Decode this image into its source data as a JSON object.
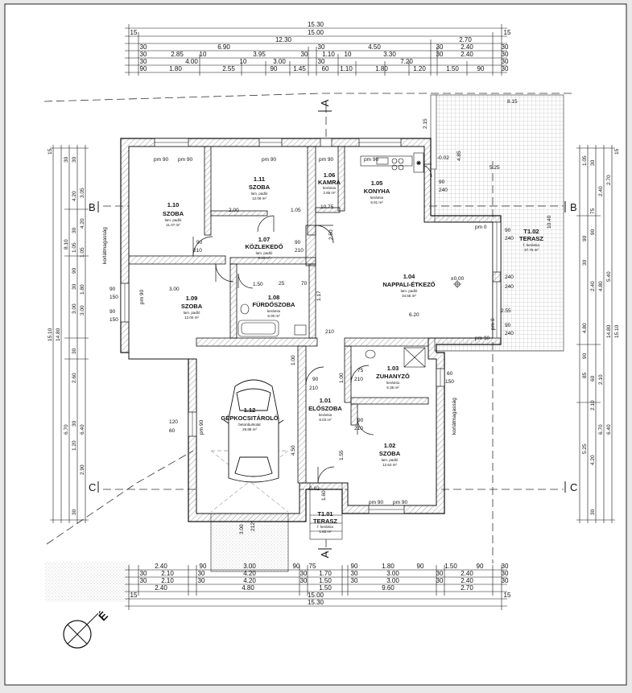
{
  "rooms": {
    "r110": {
      "num": "1.10",
      "name": "SZOBA",
      "mat": "lam. padló",
      "area": "11.07 m²"
    },
    "r111": {
      "num": "1.11",
      "name": "SZOBA",
      "mat": "lam. padló",
      "area": "12.06 m²"
    },
    "r106": {
      "num": "1.06",
      "name": "KAMRA",
      "mat": "kerámia",
      "area": "2.86 m²"
    },
    "r105": {
      "num": "1.05",
      "name": "KONYHA",
      "mat": "kerámia",
      "area": "6.91 m²"
    },
    "r107": {
      "num": "1.07",
      "name": "KÖZLEKEDŐ",
      "mat": "lam. padló",
      "area": "6.10 m²"
    },
    "r109": {
      "num": "1.09",
      "name": "SZOBA",
      "mat": "lam. padló",
      "area": "12.00 m²"
    },
    "r108": {
      "num": "1.08",
      "name": "FÜRDŐSZOBA",
      "mat": "kerámia",
      "area": "6.00 m²"
    },
    "r104": {
      "num": "1.04",
      "name": "NAPPALI-ÉTKEZŐ",
      "mat": "lam. padló",
      "area": "34.56 m²"
    },
    "r112": {
      "num": "1.12",
      "name": "GÉPKOCSITÁROLÓ",
      "mat": "betonburkolat",
      "area": "26.88 m²"
    },
    "r101": {
      "num": "1.01",
      "name": "ELŐSZOBA",
      "mat": "kerámia",
      "area": "8.03 m²"
    },
    "r103": {
      "num": "1.03",
      "name": "ZUHANYZÓ",
      "mat": "kerámia",
      "area": "6.36 m²"
    },
    "r102": {
      "num": "1.02",
      "name": "SZOBA",
      "mat": "lam. padló",
      "area": "12.63 m²"
    },
    "rt102": {
      "num": "T1.02",
      "name": "TERASZ",
      "mat": "f. kerámia",
      "area": "37.75 m²"
    },
    "rt101": {
      "num": "T1.01",
      "name": "TERASZ",
      "mat": "f. kerámia",
      "area": "1.62 m²"
    }
  },
  "axes": {
    "a": "A",
    "b": "B",
    "c": "C"
  },
  "level": "±0.00",
  "dims_top": {
    "total": "15.30",
    "r2": [
      "15",
      "15.00",
      "15"
    ],
    "r3": [
      "12.30",
      "2.70"
    ],
    "r4": [
      "30",
      "6.90",
      "30",
      "4.50",
      "30",
      "2.40",
      "30"
    ],
    "r5": [
      "30",
      "2.85",
      "10",
      "3.95",
      "30",
      "1.10",
      "10",
      "3.30",
      "30",
      "2.40",
      "30"
    ],
    "r6": [
      "30",
      "4.00",
      "10",
      "3.00",
      "30",
      "7.20",
      "30"
    ],
    "r7": [
      "90",
      "1.80",
      "2.55",
      "90",
      "1.45",
      "60",
      "1.10",
      "1.80",
      "1.20",
      "1.50",
      "90",
      "30"
    ]
  },
  "dims_bottom": {
    "r1": [
      "2.40",
      "90",
      "3.00",
      "90",
      "75",
      "90",
      "1.80",
      "90",
      "1.50",
      "90",
      "30"
    ],
    "r2": [
      "30",
      "2.10",
      "30",
      "4.20",
      "30",
      "1.70",
      "30",
      "3.00",
      "30",
      "2.40",
      "30"
    ],
    "r3": [
      "30",
      "2.10",
      "30",
      "4.20",
      "30",
      "1.50",
      "30",
      "3.00",
      "30",
      "2.40",
      "30"
    ],
    "r4": [
      "2.40",
      "4.80",
      "1.50",
      "9.60",
      "2.70"
    ],
    "r5": [
      "15",
      "15.00",
      "15"
    ],
    "total": "15.30"
  },
  "dims_left": {
    "r1": [
      "15",
      "30",
      "30",
      "4.20",
      "30",
      "1.05",
      "90",
      "30",
      "3.00",
      "30",
      "2.60",
      "30",
      "1.20",
      "2.90",
      "30"
    ],
    "r2": [
      "3.05",
      "4.20",
      "1.05",
      "1.80",
      "3.00",
      "6.70",
      "6.40"
    ],
    "r3": [
      "8.10",
      "14.80"
    ],
    "total": "15.10"
  },
  "dims_right": {
    "r1": [
      "15",
      "1.05",
      "30",
      "90",
      "75",
      "90",
      "30",
      "2.40",
      "4.80",
      "90",
      "85",
      "60",
      "2.10",
      "30",
      "5.25",
      "4.20",
      "30"
    ],
    "r2": [
      "2.70",
      "2.40",
      "5.40",
      "4.80",
      "2.10",
      "6.70",
      "6.40"
    ],
    "r3": [
      "14.80",
      "15.10"
    ]
  },
  "misc": {
    "terrace_top": "8.15",
    "terrace_525a": "5.25",
    "terrace_1040": "10.40",
    "terrace_255": "2.55",
    "terrace_485": "4.85",
    "terrace_215": "2.15",
    "n002a": "-0.02",
    "n002b": "-0.02",
    "h300": "3.00",
    "h212": "212°",
    "d620": "6.20",
    "d300": "3.00",
    "d200": "2.00",
    "d105": "1.05",
    "d150": "1.50",
    "d100": "1.00",
    "d1075": "10.75",
    "pm90": "pm 90",
    "pm0": "pm 0",
    "w90": "90",
    "w150": "150",
    "w240": "240",
    "w210": "210",
    "w60": "60",
    "w120": "120",
    "w70": "70",
    "w75": "75",
    "w25": "25",
    "w180": "180",
    "w450": "4.50",
    "w155": "1.55",
    "w100": "1.00",
    "w160": "1.60",
    "w250": "2.50",
    "w117": "1.17",
    "side_label": "korlátmagasság",
    "north": "É"
  }
}
